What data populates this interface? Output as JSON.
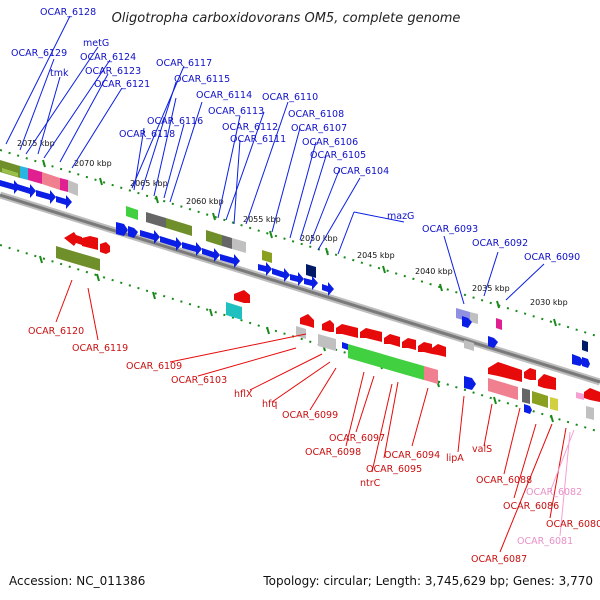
{
  "title": "Oligotropha carboxidovorans OM5, complete genome",
  "footer": {
    "accession": "Accession: NC_011386",
    "summary": "Topology: circular; Length: 3,745,629 bp; Genes: 3,770"
  },
  "colors": {
    "backbone": "#7a7a7a",
    "forward": "#0a1ee6",
    "reverse": "#e60a0a",
    "pseudo": "#f5a0d2",
    "scale_ticks": "#1a8a1a"
  },
  "scale_labels": [
    "2075 kbp",
    "2070 kbp",
    "2065 kbp",
    "2060 kbp",
    "2055 kbp",
    "2050 kbp",
    "2045 kbp",
    "2040 kbp",
    "2035 kbp",
    "2030 kbp"
  ],
  "forward_labels": [
    "OCAR_6128",
    "OCAR_6129",
    "metG",
    "OCAR_6124",
    "OCAR_6123",
    "tmk",
    "OCAR_6121",
    "OCAR_6117",
    "OCAR_6115",
    "OCAR_6114",
    "OCAR_6116",
    "OCAR_6113",
    "OCAR_6118",
    "OCAR_6112",
    "OCAR_6110",
    "OCAR_6111",
    "OCAR_6108",
    "OCAR_6107",
    "OCAR_6106",
    "OCAR_6105",
    "OCAR_6104",
    "mazG",
    "OCAR_6093",
    "OCAR_6092",
    "OCAR_6090"
  ],
  "reverse_labels": [
    "OCAR_6120",
    "OCAR_6119",
    "OCAR_6109",
    "OCAR_6103",
    "hflX",
    "hfq",
    "OCAR_6099",
    "OCAR_6097",
    "OCAR_6098",
    "OCAR_6095",
    "ntrC",
    "OCAR_6094",
    "lipA",
    "valS",
    "OCAR_6088",
    "OCAR_6086",
    "OCAR_6080",
    "OCAR_6087"
  ],
  "pseudo_labels": [
    "OCAR_6082",
    "OCAR_6081"
  ]
}
